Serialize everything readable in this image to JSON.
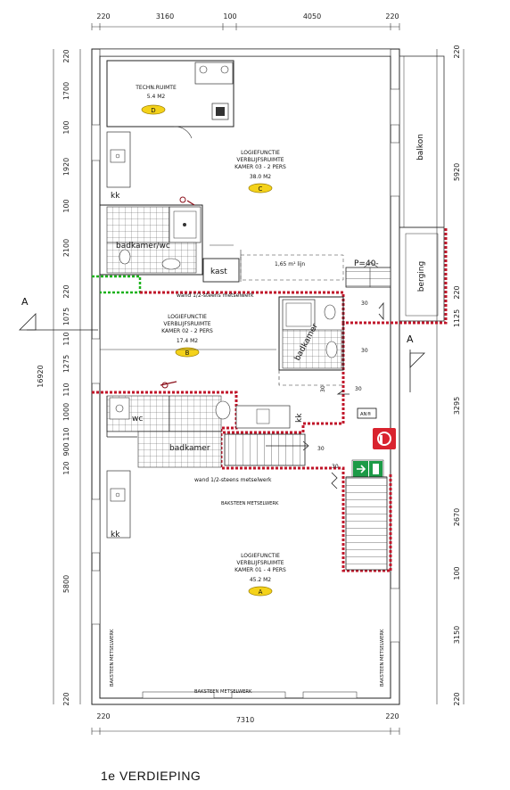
{
  "dims_top": [
    "220",
    "3160",
    "100",
    "4050",
    "220"
  ],
  "dims_bottom": [
    "220",
    "7310",
    "220"
  ],
  "dims_left": [
    "220",
    "1700",
    "100",
    "1920",
    "100",
    "2100",
    "220",
    "1075",
    "110",
    "1275",
    "110",
    "1000",
    "110",
    "900",
    "120",
    "5800",
    "220"
  ],
  "dim_left_total": "16920",
  "dims_right": [
    "220",
    "5920",
    "220",
    "1125",
    "3295",
    "2670",
    "100",
    "3150",
    "220"
  ],
  "rooms": {
    "d": {
      "name": "TECHN.RUIMTE",
      "area": "5.4 M2",
      "letter": "D"
    },
    "c": {
      "line1": "LOGIEFUNCTIE",
      "line2": "VERBLIJFSRUIMTE",
      "line3": "KAMER 03 - 2 PERS",
      "area": "38.0 M2",
      "letter": "C"
    },
    "b": {
      "line1": "LOGIEFUNCTIE",
      "line2": "VERBLIJFSRUIMTE",
      "line3": "KAMER 02 - 2 PERS",
      "area": "17.4 M2",
      "letter": "B"
    },
    "a": {
      "line1": "LOGIEFUNCTIE",
      "line2": "VERBLIJFSRUIMTE",
      "line3": "KAMER 01 - 4 PERS",
      "area": "45.2 M2",
      "letter": "A"
    }
  },
  "labels": {
    "balkon": "balkon",
    "berging": "berging",
    "badkamer_wc": "badkamer/wc",
    "kast": "kast",
    "lijn": "1,65 m¹ lijn",
    "p40": "P=40-",
    "wand_top": "wand 1/2-steens metselwerk",
    "wand_bottom": "wand 1/2-steens metselwerk",
    "badkamer": "badkamer",
    "badkamer2": "badkamer",
    "wc": "wc",
    "kk1": "kk",
    "kk2": "kk",
    "kk3": "kk",
    "baksteen_top": "BAKSTEEN METSELWERK",
    "baksteen_bottom": "BAKSTEEN METSELWERK",
    "baksteen_left": "BAKSTEEN METSELWERK",
    "baksteen_right": "BAKSTEEN METSELWERK",
    "section_a": "A",
    "section_a2": "A",
    "fire_30": "30",
    "sign_text": "AN®"
  },
  "title": "1e VERDIEPING"
}
